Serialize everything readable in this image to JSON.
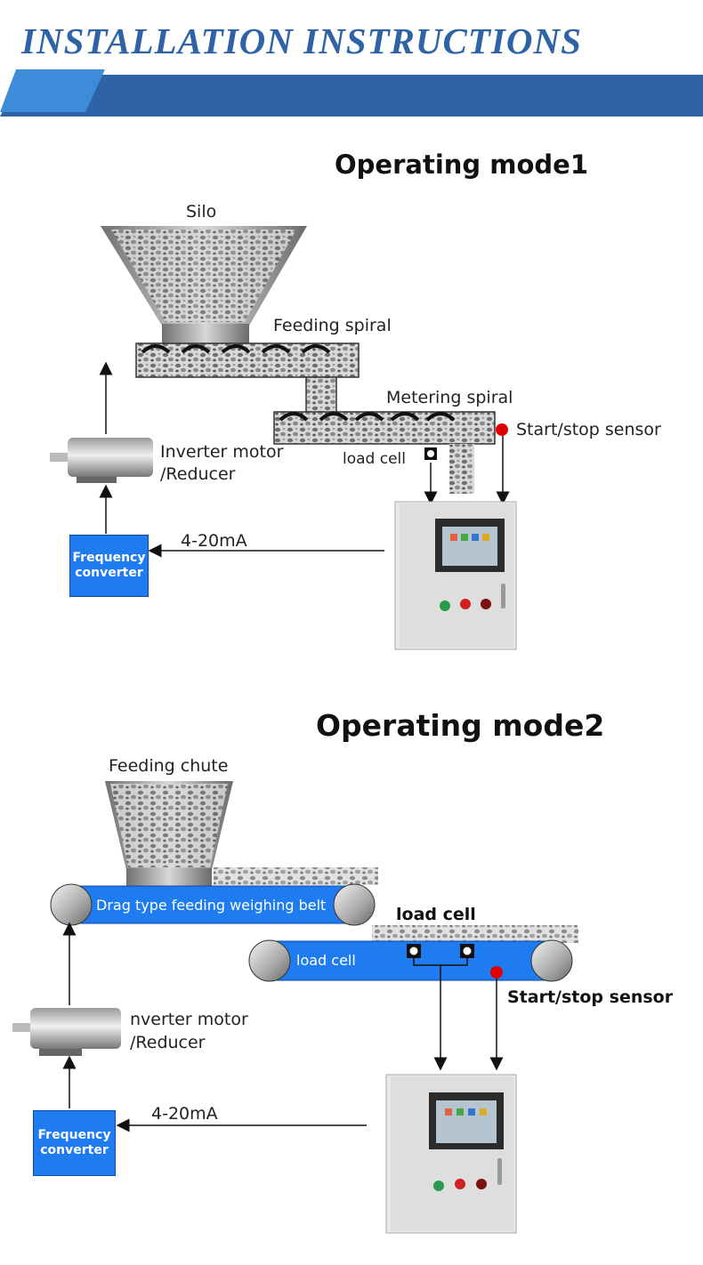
{
  "banner": {
    "title": "INSTALLATION INSTRUCTIONS",
    "bar_color": "#2f63a7",
    "accent_color": "#3c8ad8"
  },
  "mode1": {
    "title": "Operating mode1",
    "silo_label": "Silo",
    "feeding_spiral_label": "Feeding spiral",
    "metering_spiral_label": "Metering spiral",
    "start_stop_sensor_label": "Start/stop sensor",
    "motor_label_line1": "Inverter motor",
    "motor_label_line2": "/Reducer",
    "load_cell_label": "load cell",
    "signal_label": "4-20mA",
    "fc_line1": "Frequency",
    "fc_line2": "converter"
  },
  "mode2": {
    "title": "Operating mode2",
    "chute_label": "Feeding chute",
    "upper_belt_label": "Drag type feeding weighing belt",
    "load_cell_label": "load cell",
    "lower_belt_label": "load cell",
    "start_stop_sensor_label": "Start/stop sensor",
    "motor_label_line1": "nverter motor",
    "motor_label_line2": "/Reducer",
    "signal_label": "4-20mA",
    "fc_line1": "Frequency",
    "fc_line2": "converter"
  },
  "colors": {
    "belt_blue": "#1f7bf0",
    "sensor_red": "#e00000",
    "cabinet_gray": "#e6e6e6"
  }
}
